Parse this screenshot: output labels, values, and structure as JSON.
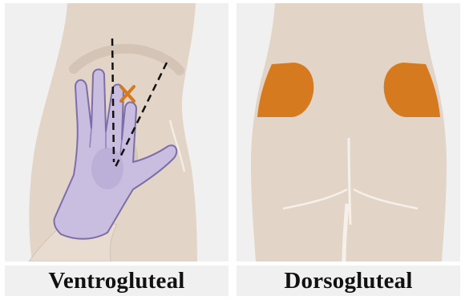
{
  "panels": [
    {
      "id": "ventrogluteal",
      "label": "Ventrogluteal",
      "marker": "x-mark"
    },
    {
      "id": "dorsogluteal",
      "label": "Dorsogluteal",
      "marker": "shaded-zones"
    }
  ],
  "colors": {
    "panel_background": "#f1f0f0",
    "skin": "#e2d4c7",
    "skin_shadow": "#d8c8b9",
    "injection_site": "#d57a1e",
    "glove": "#c9bde0",
    "glove_outline": "#7d6da8",
    "guide_lines": "#111111",
    "label_text": "#111111"
  }
}
